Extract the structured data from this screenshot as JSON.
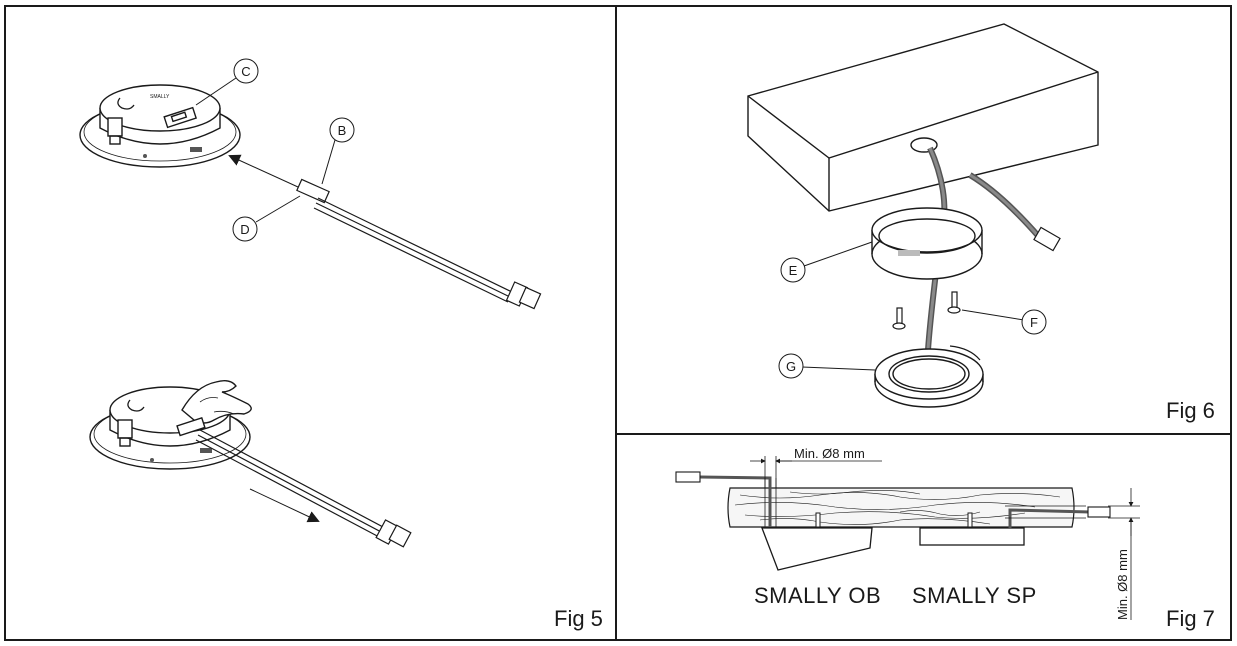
{
  "fig5": {
    "caption": "Fig 5",
    "callouts": {
      "b": "B",
      "c": "C",
      "d": "D"
    },
    "device_label": "SMALLY"
  },
  "fig6": {
    "caption": "Fig 6",
    "callouts": {
      "e": "E",
      "f": "F",
      "g": "G"
    }
  },
  "fig7": {
    "caption": "Fig 7",
    "hole_dimension": "Min. Ø8 mm",
    "side_dimension": "Min. Ø8 mm",
    "labels": {
      "ob": "SMALLY OB",
      "sp": "SMALLY SP"
    }
  },
  "colors": {
    "line": "#1a1a1a",
    "cable": "#6b6b6b",
    "wood_fill": "#f6f6f6",
    "shade": "#bdbdbd"
  }
}
